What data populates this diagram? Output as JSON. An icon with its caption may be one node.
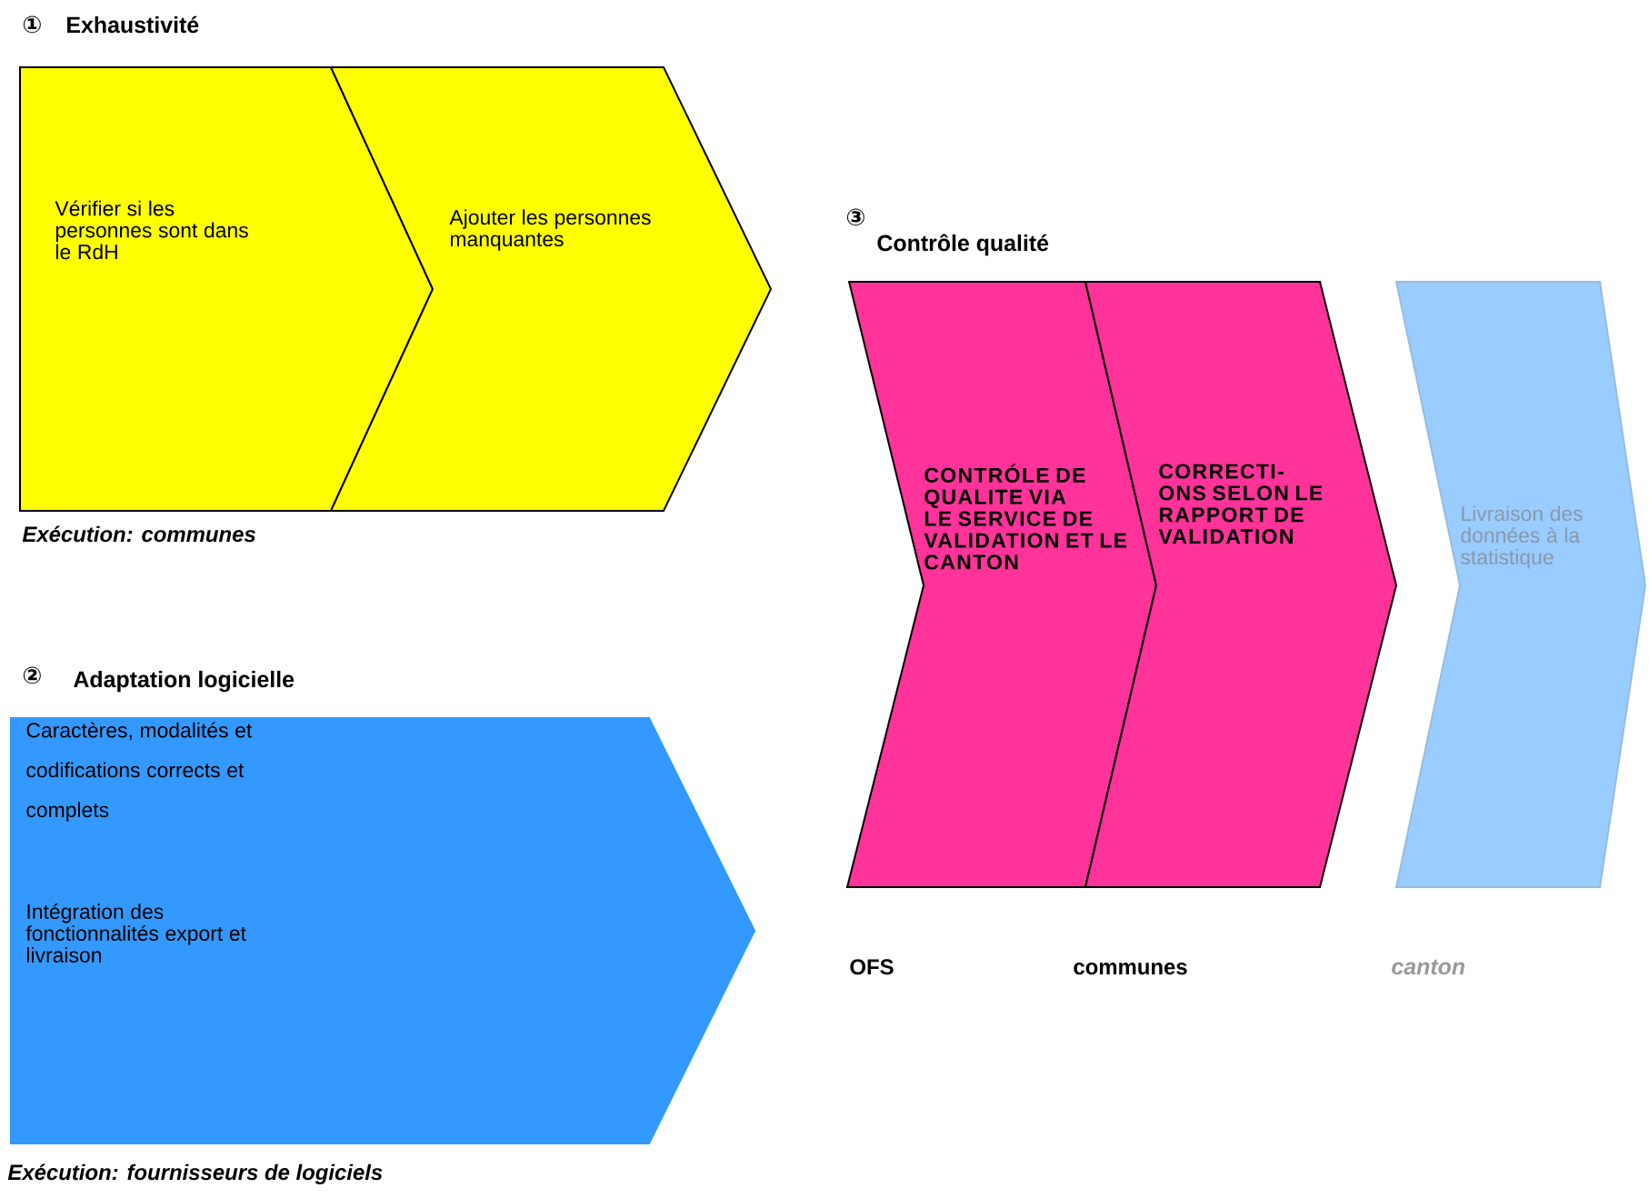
{
  "diagram": {
    "nodes": [
      {
        "text": [
          "Vérifier si les personnes sont dans le RdH"
        ]
      },
      {
        "text": [
          "Ajouter les personnes manquantes"
        ]
      },
      {
        "text": [
          "Caractères, modalités et codifications corrects et complets",
          "Intégration des fonctionnalités export et livraison"
        ]
      },
      {
        "text": [
          "CONTRÓLE DE QUALITE VIA LE SERVICE DE VALIDATION ET LE CANTON"
        ]
      },
      {
        "text": [
          "CORRECTI-ONS SELON LE RAPPORT DE VALIDATION"
        ]
      },
      {
        "text": [
          "Livraison des données à la statistique"
        ]
      }
    ],
    "labels": [
      "①",
      "Exhaustivité",
      "Exécution: communes",
      "②",
      "Adaptation logicielle",
      "Exécution: fournisseurs de logiciels",
      "③",
      "Contrôle qualité",
      "OFS",
      "communes",
      "canton"
    ]
  }
}
